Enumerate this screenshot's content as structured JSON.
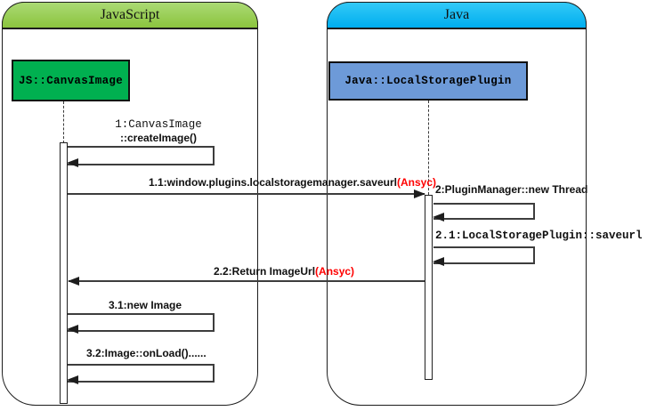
{
  "left_container": {
    "title": "JavaScript",
    "object_label": "JS::CanvasImage"
  },
  "right_container": {
    "title": "Java",
    "object_label": "Java::LocalStoragePlugin"
  },
  "messages": {
    "m1": {
      "line1": "1:CanvasImage",
      "line2": "::createImage()"
    },
    "m1_1": {
      "text": "1.1:window.plugins.localstoragemanager.saveurl",
      "suffix": "(Ansyc)"
    },
    "m2": {
      "text": "2:PluginManager::new Thread"
    },
    "m2_1": {
      "text": "2.1:LocalStoragePlugin::saveurl"
    },
    "m2_2": {
      "text": "2.2:Return ImageUrl",
      "suffix": "(Ansyc)"
    },
    "m3_1": {
      "text": "3.1:new Image"
    },
    "m3_2": {
      "text": "3.2:Image::onLoad()......"
    }
  },
  "colors": {
    "javascript_header_top": "#abda74",
    "javascript_header_bottom": "#8bc43e",
    "java_header_top": "#33c9f7",
    "java_header_bottom": "#00aeef",
    "canvas_image_box_fill": "#00b050",
    "localstorage_plugin_box_fill": "#6d9ad8",
    "async_text": "#ff0000",
    "line": "#3d3d3d"
  }
}
